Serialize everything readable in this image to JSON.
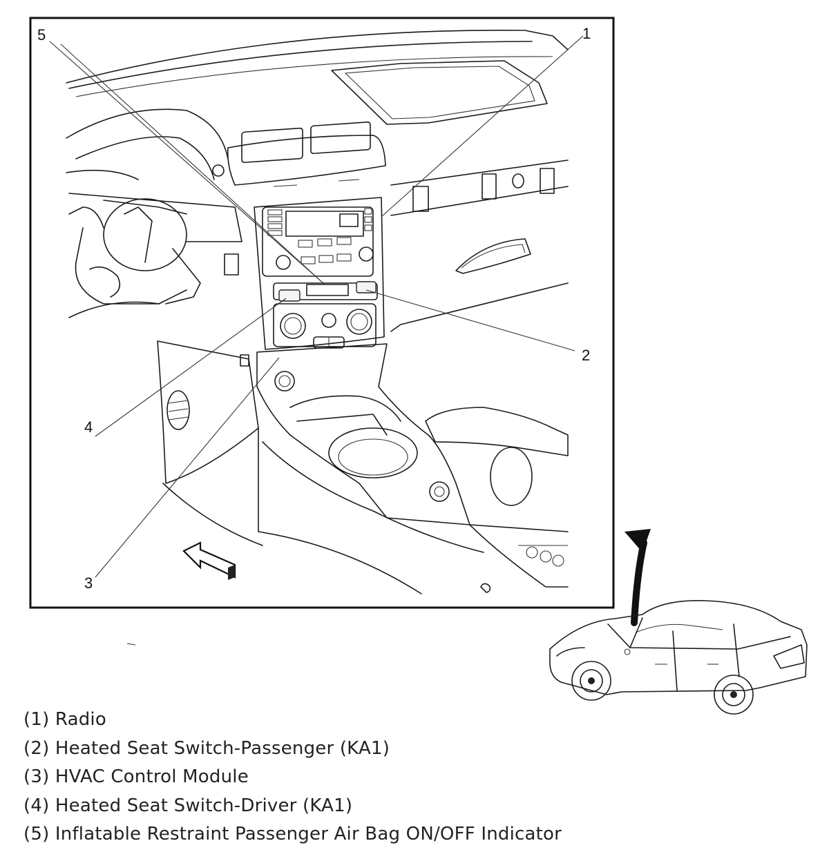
{
  "callouts": {
    "c1": "1",
    "c2": "2",
    "c3": "3",
    "c4": "4",
    "c5": "5"
  },
  "legend": [
    "(1) Radio",
    "(2) Heated Seat Switch-Passenger (KA1)",
    "(3) HVAC Control Module",
    "(4) Heated Seat Switch-Driver (KA1)",
    "(5) Inflatable Restraint Passenger Air Bag ON/OFF Indicator"
  ]
}
